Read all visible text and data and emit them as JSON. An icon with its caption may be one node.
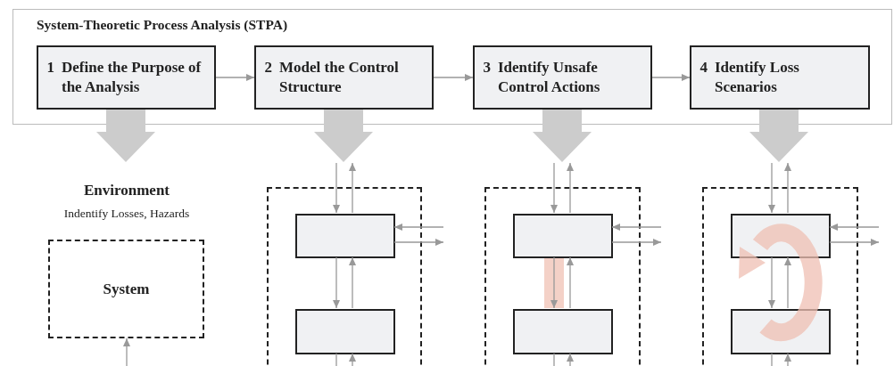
{
  "diagram": {
    "nodes": [
      {
        "text": [
          "System-Theoretic Process Analysis (STPA)"
        ]
      },
      {
        "text": [
          "1",
          "Define the Purpose of the Analysis"
        ],
        "in": 0
      },
      {
        "text": [
          "2",
          "Model the Control Structure"
        ],
        "in": 0
      },
      {
        "text": [
          "3",
          "Identify Unsafe Control Actions"
        ],
        "in": 0
      },
      {
        "text": [
          "4",
          "Identify Loss Scenarios"
        ],
        "in": 0
      },
      {
        "text": [
          "Environment",
          "Indentify Losses, Hazards"
        ]
      },
      {
        "text": [
          "System"
        ]
      },
      {
        "text": [],
        "shape": "box"
      },
      {
        "text": [],
        "shape": "box",
        "in": 7
      },
      {
        "text": [],
        "shape": "box",
        "in": 7
      },
      {
        "text": [],
        "shape": "box"
      },
      {
        "text": [],
        "shape": "box",
        "in": 10
      },
      {
        "text": [],
        "shape": "box",
        "in": 10
      },
      {
        "text": [],
        "shape": "box"
      },
      {
        "text": [],
        "shape": "box",
        "in": 13
      },
      {
        "text": [],
        "shape": "box",
        "in": 13
      }
    ],
    "edges": [
      {
        "from": 1,
        "to": 2,
        "arrow": "to"
      },
      {
        "from": 2,
        "to": 3,
        "arrow": "to"
      },
      {
        "from": 3,
        "to": 4,
        "arrow": "to"
      },
      {
        "from": 1,
        "to": null,
        "arrow": "to",
        "style": "thick",
        "color": "#cccccc"
      },
      {
        "from": 2,
        "to": null,
        "arrow": "to",
        "style": "thick",
        "color": "#cccccc"
      },
      {
        "from": 3,
        "to": null,
        "arrow": "to",
        "style": "thick",
        "color": "#cccccc"
      },
      {
        "from": 4,
        "to": null,
        "arrow": "to",
        "style": "thick",
        "color": "#cccccc"
      },
      {
        "from": null,
        "to": 6,
        "arrow": "to"
      },
      {
        "from": null,
        "to": 8,
        "arrow": "to"
      },
      {
        "from": 8,
        "to": null,
        "arrow": "to"
      },
      {
        "from": 8,
        "to": 9,
        "arrow": "to"
      },
      {
        "from": 9,
        "to": 8,
        "arrow": "to"
      },
      {
        "from": null,
        "to": 8,
        "arrow": "to"
      },
      {
        "from": 8,
        "to": null,
        "arrow": "to"
      },
      {
        "from": 9,
        "to": null,
        "arrow": "none"
      },
      {
        "from": null,
        "to": 9,
        "arrow": "to"
      },
      {
        "from": null,
        "to": 11,
        "arrow": "to"
      },
      {
        "from": 11,
        "to": null,
        "arrow": "to"
      },
      {
        "from": 11,
        "to": 12,
        "arrow": "to"
      },
      {
        "from": 12,
        "to": 11,
        "arrow": "to"
      },
      {
        "from": null,
        "to": 11,
        "arrow": "to"
      },
      {
        "from": 11,
        "to": null,
        "arrow": "to"
      },
      {
        "from": 12,
        "to": null,
        "arrow": "none"
      },
      {
        "from": null,
        "to": 12,
        "arrow": "to"
      },
      {
        "from": null,
        "to": 14,
        "arrow": "to"
      },
      {
        "from": 14,
        "to": null,
        "arrow": "to"
      },
      {
        "from": 14,
        "to": 15,
        "arrow": "to"
      },
      {
        "from": 15,
        "to": 14,
        "arrow": "to"
      },
      {
        "from": null,
        "to": 14,
        "arrow": "to"
      },
      {
        "from": 14,
        "to": null,
        "arrow": "to"
      },
      {
        "from": 15,
        "to": null,
        "arrow": "none"
      },
      {
        "from": null,
        "to": 15,
        "arrow": "to"
      }
    ]
  }
}
